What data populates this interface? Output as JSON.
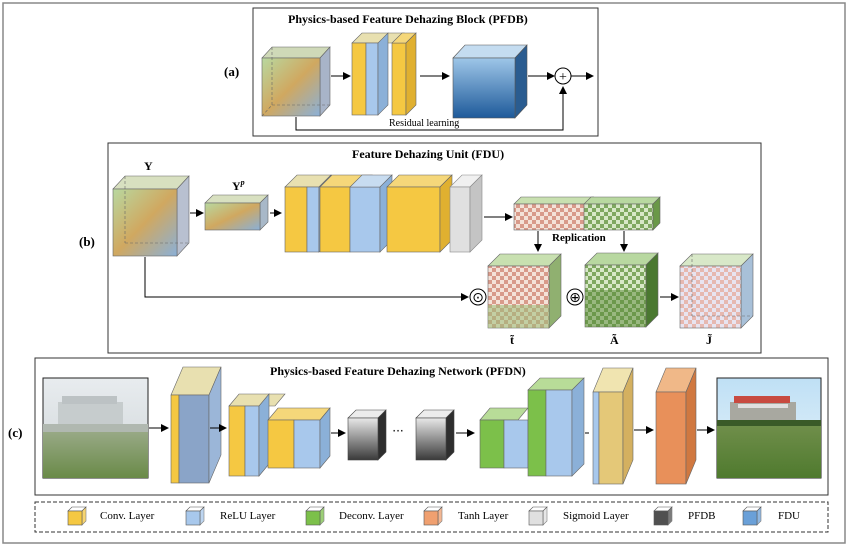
{
  "panel_a": {
    "tag": "(a)",
    "title": "Physics-based Feature Dehazing Block (PFDB)",
    "residual_label": "Residual learning",
    "sum_symbol": "+"
  },
  "panel_b": {
    "tag": "(b)",
    "title": "Feature Dehazing Unit (FDU)",
    "input_label": "Y",
    "pooled_label_base": "Y",
    "pooled_label_sup": "p",
    "replication_label": "Replication",
    "t_label": "t̃",
    "a_label": "Ã",
    "j_label": "J̃",
    "mult_symbol": "⊙",
    "add_symbol": "⊕"
  },
  "panel_c": {
    "tag": "(c)",
    "title": "Physics-based Feature Dehazing Network (PFDN)",
    "ellipsis": "···"
  },
  "legend": [
    {
      "label": "Conv. Layer",
      "color": "#f5c842",
      "icon": "conv-layer-icon"
    },
    {
      "label": "ReLU Layer",
      "color": "#a8c8ec",
      "icon": "relu-layer-icon"
    },
    {
      "label": "Deconv. Layer",
      "color": "#7cc04a",
      "icon": "deconv-layer-icon"
    },
    {
      "label": "Tanh Layer",
      "color": "#f0a070",
      "icon": "tanh-layer-icon"
    },
    {
      "label": "Sigmoid Layer",
      "color": "#e0e0e0",
      "icon": "sigmoid-layer-icon"
    },
    {
      "label": "PFDB",
      "color": "#505050",
      "icon": "pfdb-icon"
    },
    {
      "label": "FDU",
      "color": "#6aa0d8",
      "icon": "fdu-icon"
    }
  ]
}
